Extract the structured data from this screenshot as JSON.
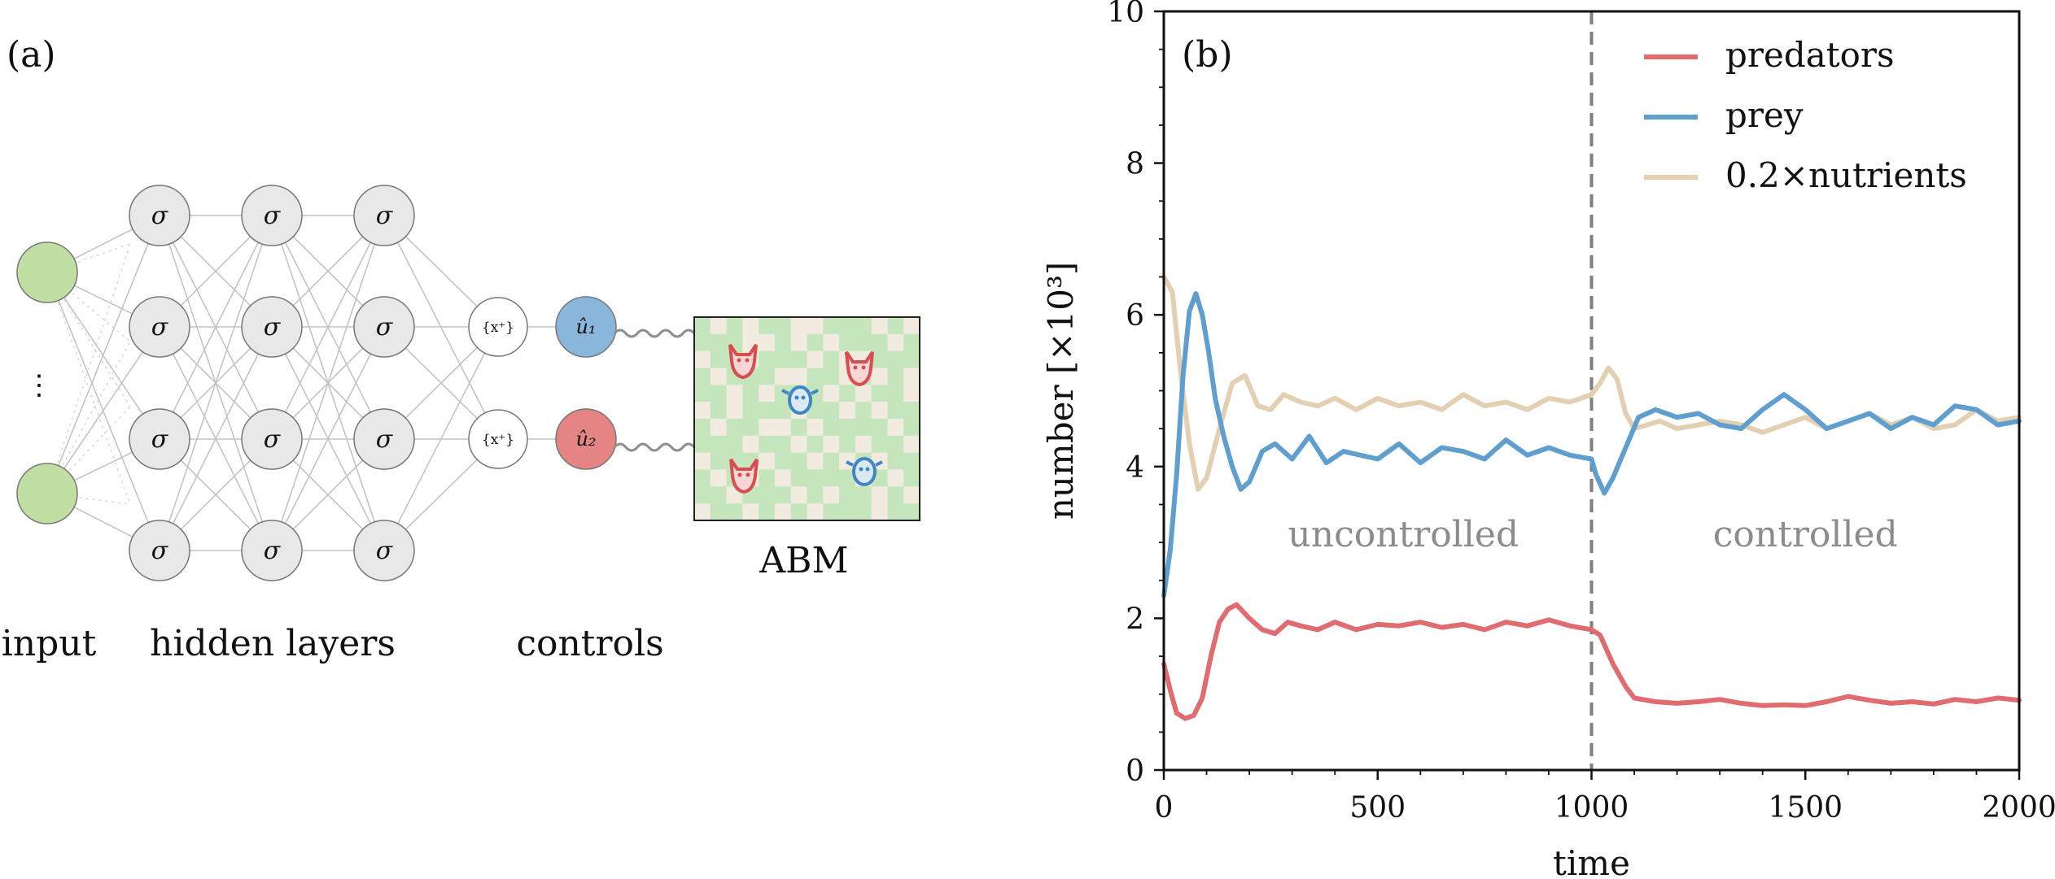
{
  "panel_a": {
    "label": "(a)",
    "sigma": "σ",
    "ellipsis": "⋮",
    "proj": "{x⁺}",
    "u1": "û₁",
    "u2": "û₂",
    "abm": "ABM",
    "input": "input",
    "hidden": "hidden layers",
    "controls": "controls",
    "icons": [
      "predator-icon",
      "prey-icon"
    ],
    "colors": {
      "input": "#bfe0a2",
      "hidden": "#e8e8e8",
      "u1": "#89b7dc",
      "u2": "#e48483",
      "grid_light": "#f2ebe0",
      "grid_green": "#c5e6bd"
    }
  },
  "chart_data": {
    "type": "line",
    "panel_label": "(b)",
    "xlabel": "time",
    "ylabel": "number [×10³]",
    "xlim": [
      0,
      2000
    ],
    "ylim": [
      0,
      10
    ],
    "xticks": [
      0,
      500,
      1000,
      1500,
      2000
    ],
    "yticks": [
      0,
      2,
      4,
      6,
      8,
      10
    ],
    "grid": false,
    "legend_position": "top-right",
    "vline": {
      "x": 1000,
      "style": "dashed",
      "color": "#7f7f7f"
    },
    "regions": [
      {
        "label": "uncontrolled",
        "x": 560,
        "y": 2.95
      },
      {
        "label": "controlled",
        "x": 1500,
        "y": 2.95
      }
    ],
    "series": [
      {
        "name": "predators",
        "color": "#e06c6f",
        "x": [
          0,
          15,
          30,
          50,
          70,
          90,
          110,
          130,
          150,
          170,
          200,
          230,
          260,
          290,
          320,
          360,
          400,
          450,
          500,
          550,
          600,
          650,
          700,
          750,
          800,
          850,
          900,
          950,
          1000,
          1020,
          1050,
          1080,
          1100,
          1150,
          1200,
          1250,
          1300,
          1350,
          1400,
          1450,
          1500,
          1550,
          1600,
          1650,
          1700,
          1750,
          1800,
          1850,
          1900,
          1950,
          2000
        ],
        "y": [
          1.4,
          1.05,
          0.75,
          0.68,
          0.72,
          0.95,
          1.5,
          1.95,
          2.12,
          2.18,
          2.0,
          1.85,
          1.8,
          1.95,
          1.9,
          1.85,
          1.95,
          1.85,
          1.92,
          1.9,
          1.95,
          1.88,
          1.92,
          1.85,
          1.95,
          1.9,
          1.98,
          1.9,
          1.85,
          1.78,
          1.4,
          1.1,
          0.95,
          0.9,
          0.88,
          0.9,
          0.93,
          0.88,
          0.85,
          0.86,
          0.85,
          0.9,
          0.97,
          0.92,
          0.88,
          0.9,
          0.87,
          0.93,
          0.9,
          0.95,
          0.92
        ]
      },
      {
        "name": "prey",
        "color": "#5f9fcf",
        "x": [
          0,
          15,
          30,
          45,
          60,
          75,
          90,
          105,
          120,
          140,
          160,
          180,
          200,
          230,
          260,
          300,
          340,
          380,
          420,
          460,
          500,
          550,
          600,
          650,
          700,
          750,
          800,
          850,
          900,
          950,
          1000,
          1010,
          1030,
          1050,
          1080,
          1110,
          1150,
          1200,
          1250,
          1300,
          1350,
          1400,
          1450,
          1500,
          1550,
          1600,
          1650,
          1700,
          1750,
          1800,
          1850,
          1900,
          1950,
          2000
        ],
        "y": [
          2.3,
          2.9,
          3.9,
          5.2,
          6.05,
          6.28,
          6.0,
          5.5,
          4.9,
          4.4,
          4.0,
          3.7,
          3.8,
          4.2,
          4.3,
          4.1,
          4.4,
          4.05,
          4.2,
          4.15,
          4.1,
          4.3,
          4.05,
          4.25,
          4.2,
          4.1,
          4.35,
          4.15,
          4.25,
          4.15,
          4.1,
          3.9,
          3.65,
          3.85,
          4.25,
          4.65,
          4.75,
          4.65,
          4.7,
          4.55,
          4.5,
          4.75,
          4.95,
          4.75,
          4.5,
          4.6,
          4.7,
          4.5,
          4.65,
          4.55,
          4.8,
          4.75,
          4.55,
          4.6
        ]
      },
      {
        "name": "0.2×nutrients",
        "color": "#e3cfb1",
        "x": [
          0,
          20,
          40,
          60,
          80,
          100,
          130,
          160,
          190,
          220,
          250,
          280,
          320,
          360,
          400,
          450,
          500,
          550,
          600,
          650,
          700,
          750,
          800,
          850,
          900,
          950,
          1000,
          1020,
          1040,
          1060,
          1080,
          1100,
          1130,
          1160,
          1200,
          1250,
          1300,
          1350,
          1400,
          1450,
          1500,
          1550,
          1600,
          1650,
          1700,
          1750,
          1800,
          1850,
          1900,
          1950,
          2000
        ],
        "y": [
          6.5,
          6.3,
          5.2,
          4.3,
          3.7,
          3.85,
          4.5,
          5.1,
          5.2,
          4.8,
          4.75,
          4.95,
          4.85,
          4.8,
          4.9,
          4.75,
          4.9,
          4.8,
          4.85,
          4.75,
          4.95,
          4.8,
          4.85,
          4.75,
          4.9,
          4.85,
          4.95,
          5.1,
          5.3,
          5.15,
          4.7,
          4.5,
          4.55,
          4.6,
          4.5,
          4.55,
          4.6,
          4.55,
          4.45,
          4.55,
          4.65,
          4.5,
          4.6,
          4.7,
          4.55,
          4.65,
          4.5,
          4.55,
          4.75,
          4.6,
          4.65
        ]
      }
    ]
  }
}
